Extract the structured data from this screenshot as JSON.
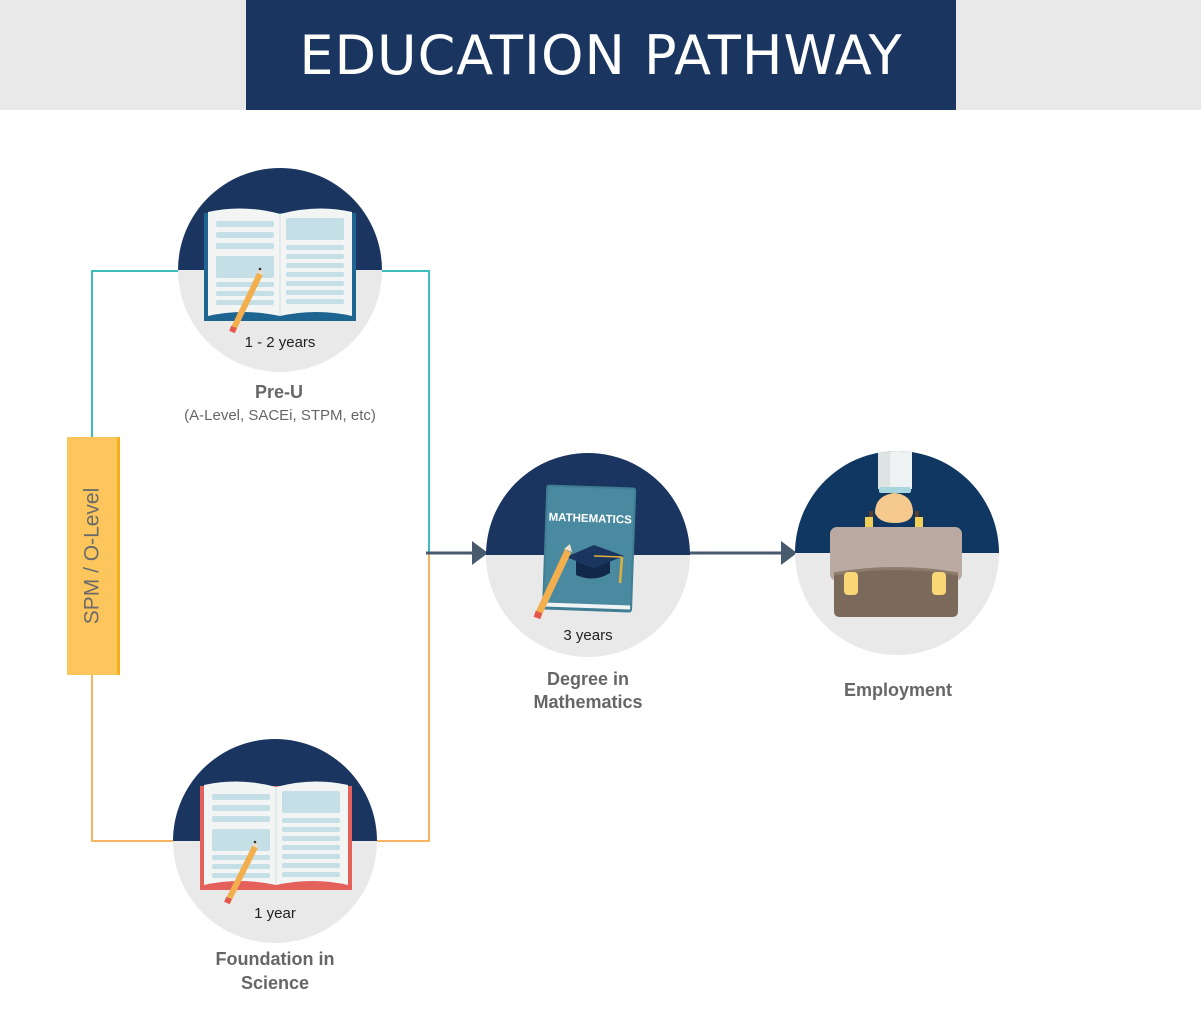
{
  "header": {
    "title": "EDUCATION PATHWAY",
    "background_color": "#e9e9e9",
    "title_box_color": "#1a3660"
  },
  "entry": {
    "label": "SPM / O-Level",
    "color": "#fdc65d"
  },
  "nodes": [
    {
      "id": "pre-u",
      "icon": "open-book-pencil-icon",
      "duration": "1 - 2 years",
      "title": "Pre-U",
      "subtitle": "(A-Level, SACEi, STPM, etc)",
      "connector_color": "#3dbdbd"
    },
    {
      "id": "foundation",
      "icon": "open-book-pencil-icon",
      "duration": "1 year",
      "title_line1": "Foundation in",
      "title_line2": "Science",
      "connector_color": "#f8b462"
    },
    {
      "id": "degree",
      "icon": "mathematics-book-graduation-cap-icon",
      "book_label": "MATHEMATICS",
      "duration": "3 years",
      "title_line1": "Degree in",
      "title_line2": "Mathematics"
    },
    {
      "id": "employment",
      "icon": "hand-holding-briefcase-icon",
      "title": "Employment"
    }
  ],
  "colors": {
    "navy": "#1a3660",
    "light_gray": "#e9e9e9",
    "arrow": "#475a6e",
    "teal_line": "#3dbdbd",
    "orange_line": "#f8b462"
  }
}
